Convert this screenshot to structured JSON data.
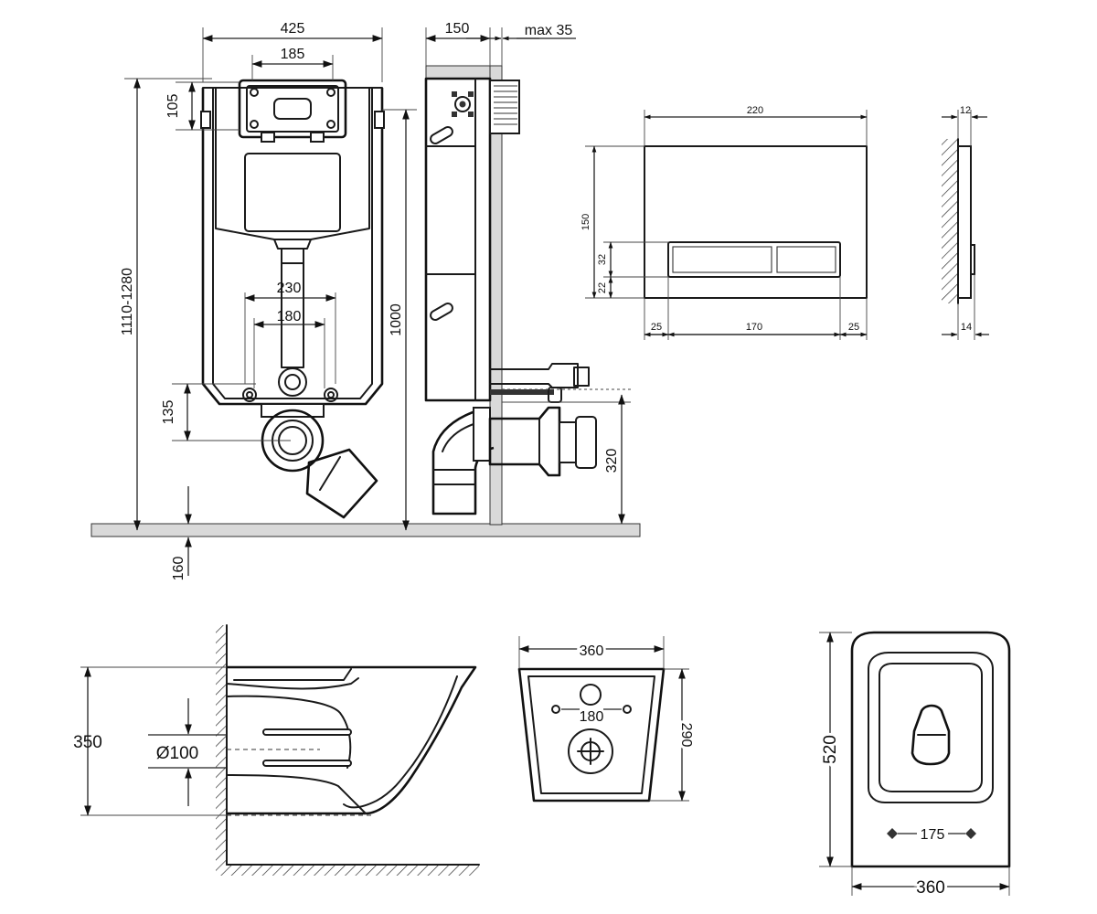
{
  "frame_dims": {
    "width_425": "425",
    "width_185": "185",
    "height_105": "105",
    "height_1110_1280": "1110-1280",
    "width_230": "230",
    "width_180": "180",
    "height_135": "135",
    "height_160": "160",
    "height_1000": "1000"
  },
  "side_dims": {
    "depth_150": "150",
    "max_35": "max 35",
    "height_320": "320"
  },
  "plate_dims": {
    "width_220": "220",
    "height_150": "150",
    "button_32": "32",
    "offset_22": "22",
    "margin_left_25": "25",
    "button_width_170": "170",
    "margin_right_25": "25",
    "thickness_12": "12",
    "thickness_14": "14"
  },
  "bowl_side_dims": {
    "height_350": "350",
    "pipe_100": "Ø100"
  },
  "bowl_back_dims": {
    "width_360": "360",
    "height_290": "290",
    "holes_180": "180"
  },
  "bowl_top_dims": {
    "length_520": "520",
    "holes_175": "175",
    "width_360": "360"
  },
  "colors": {
    "line": "#1a1a1a",
    "floor": "#d9d9d9",
    "background": "#ffffff"
  }
}
